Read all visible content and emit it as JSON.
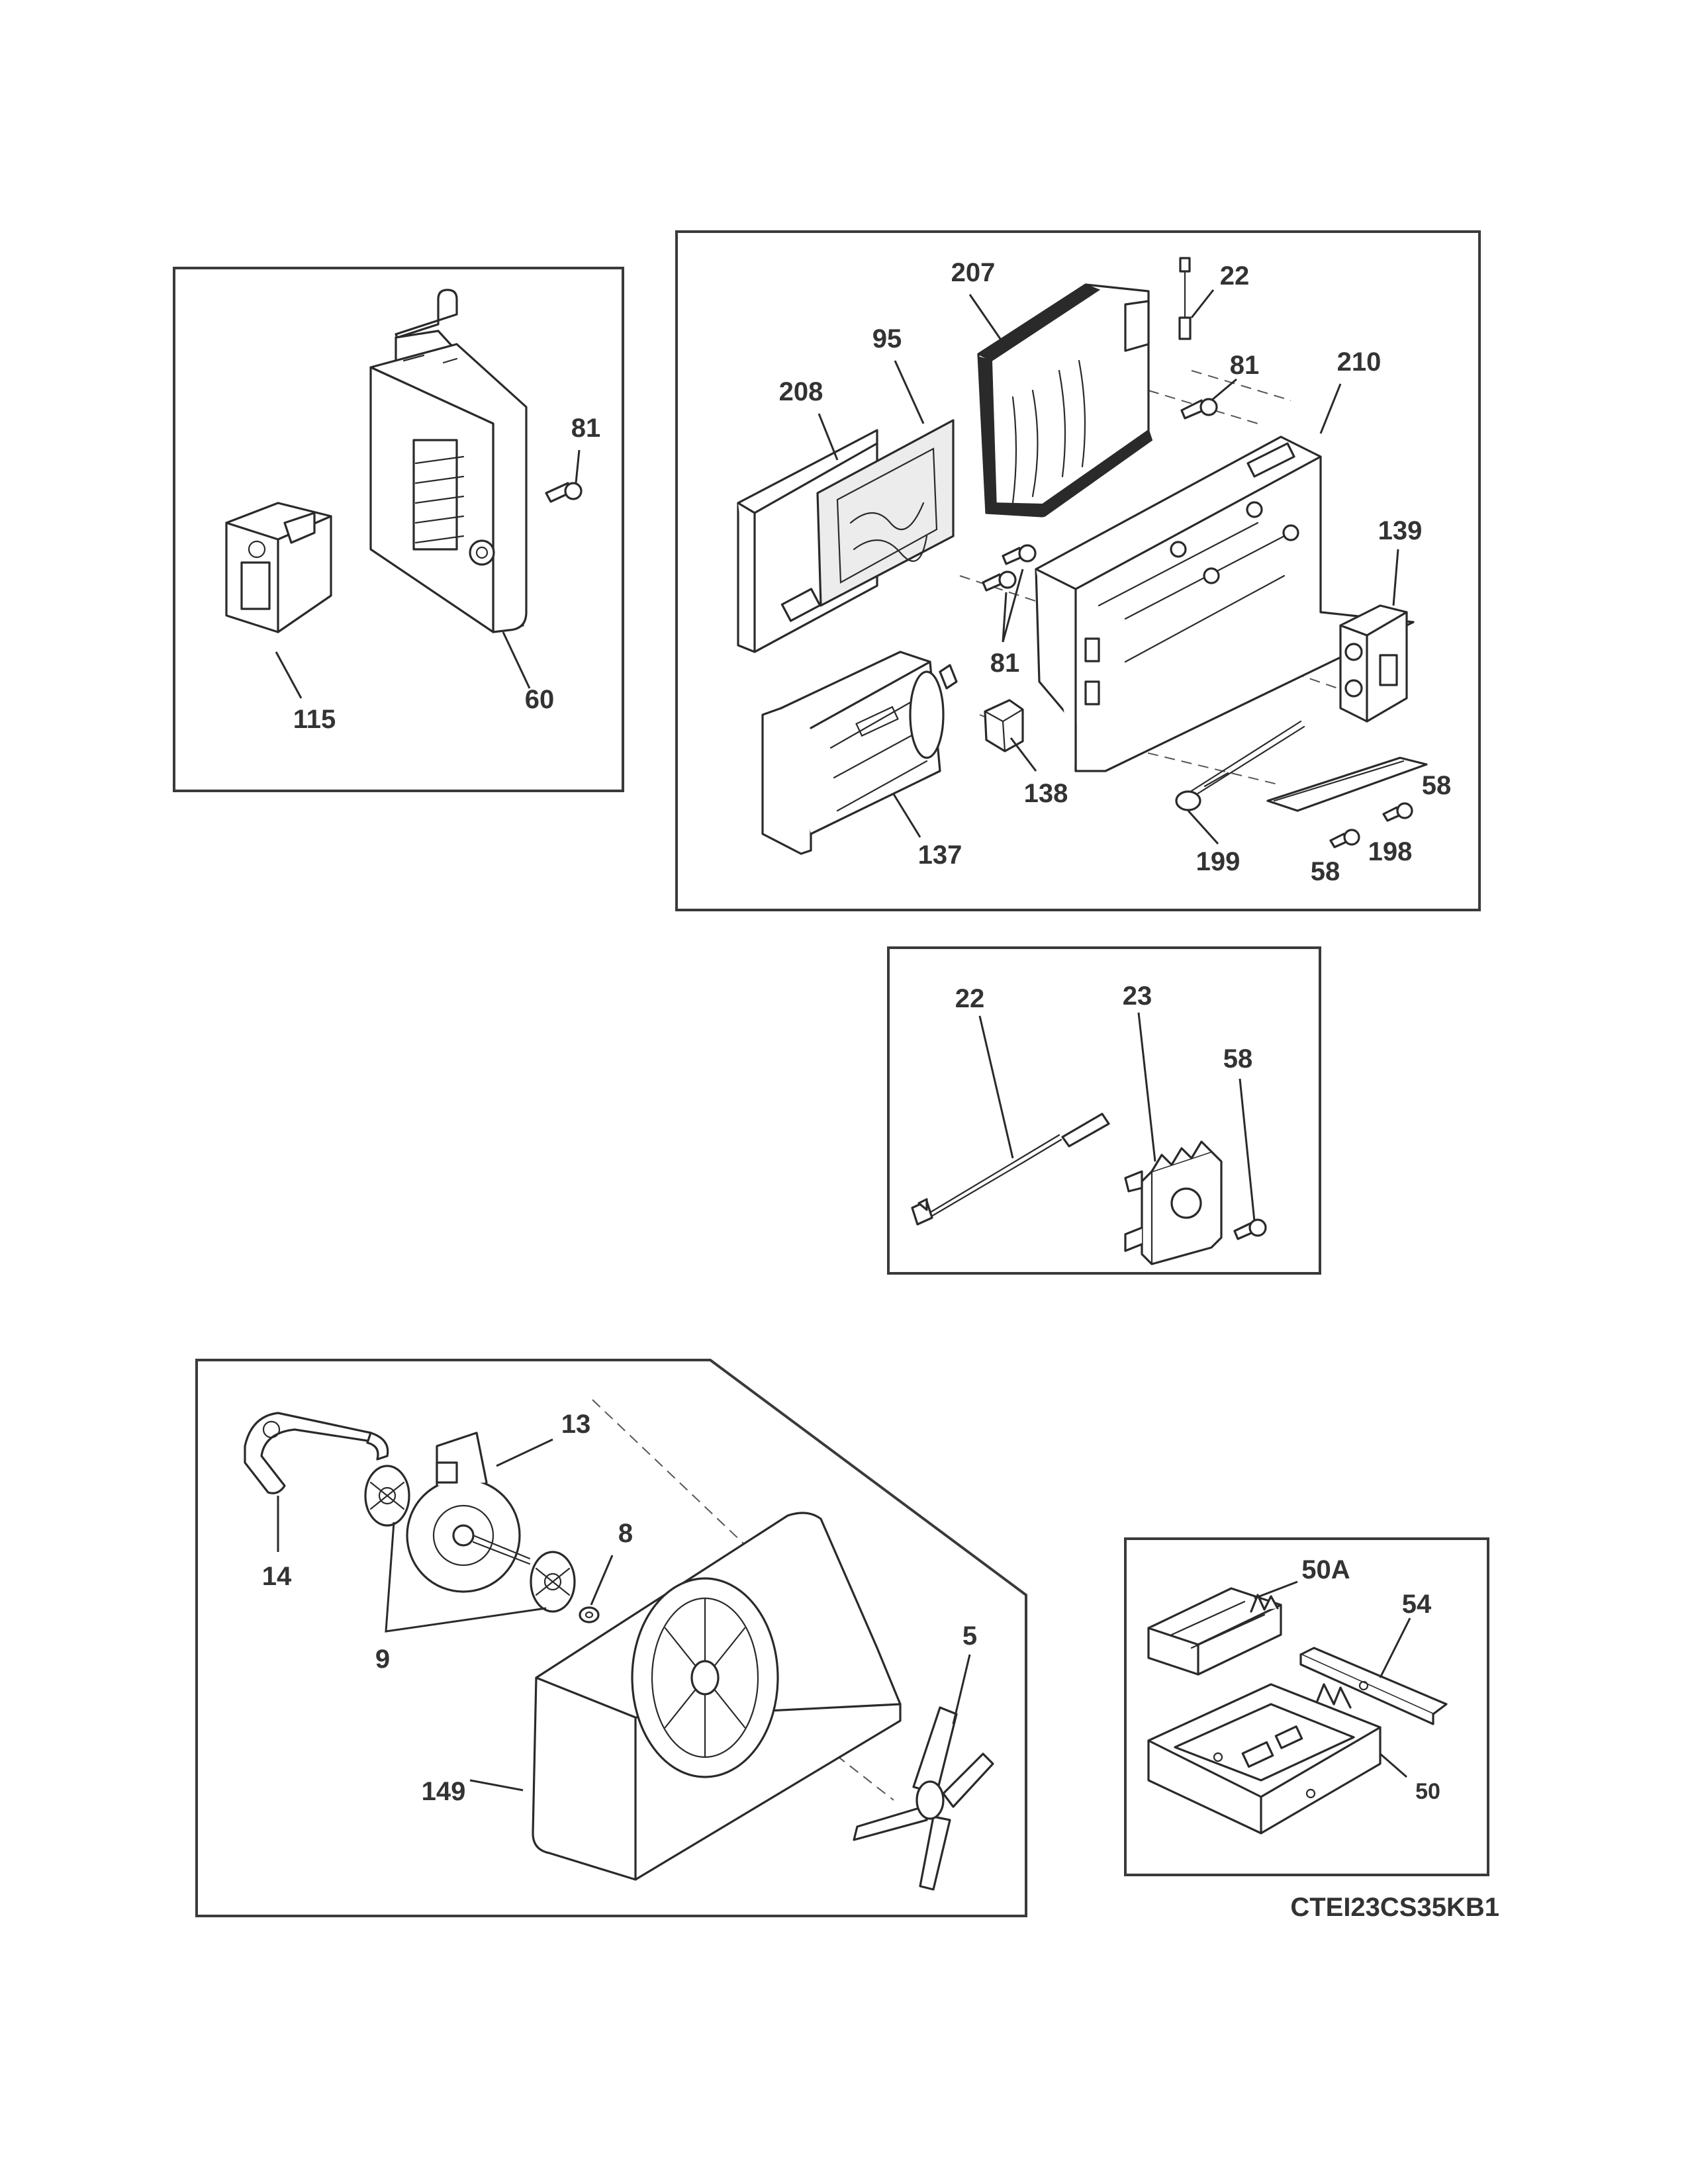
{
  "model_code": "CTEI23CS35KB1",
  "callouts": {
    "c115": "115",
    "c60": "60",
    "c81a": "81",
    "c207": "207",
    "c22a": "22",
    "c95": "95",
    "c208": "208",
    "c81b": "81",
    "c210": "210",
    "c139": "139",
    "c81c": "81",
    "c138": "138",
    "c137": "137",
    "c199": "199",
    "c58a": "58",
    "c58b": "58",
    "c198": "198",
    "c22b": "22",
    "c23": "23",
    "c58c": "58",
    "c13": "13",
    "c14": "14",
    "c8": "8",
    "c9": "9",
    "c5": "5",
    "c149": "149",
    "c50A": "50A",
    "c54": "54",
    "c50": "50"
  }
}
